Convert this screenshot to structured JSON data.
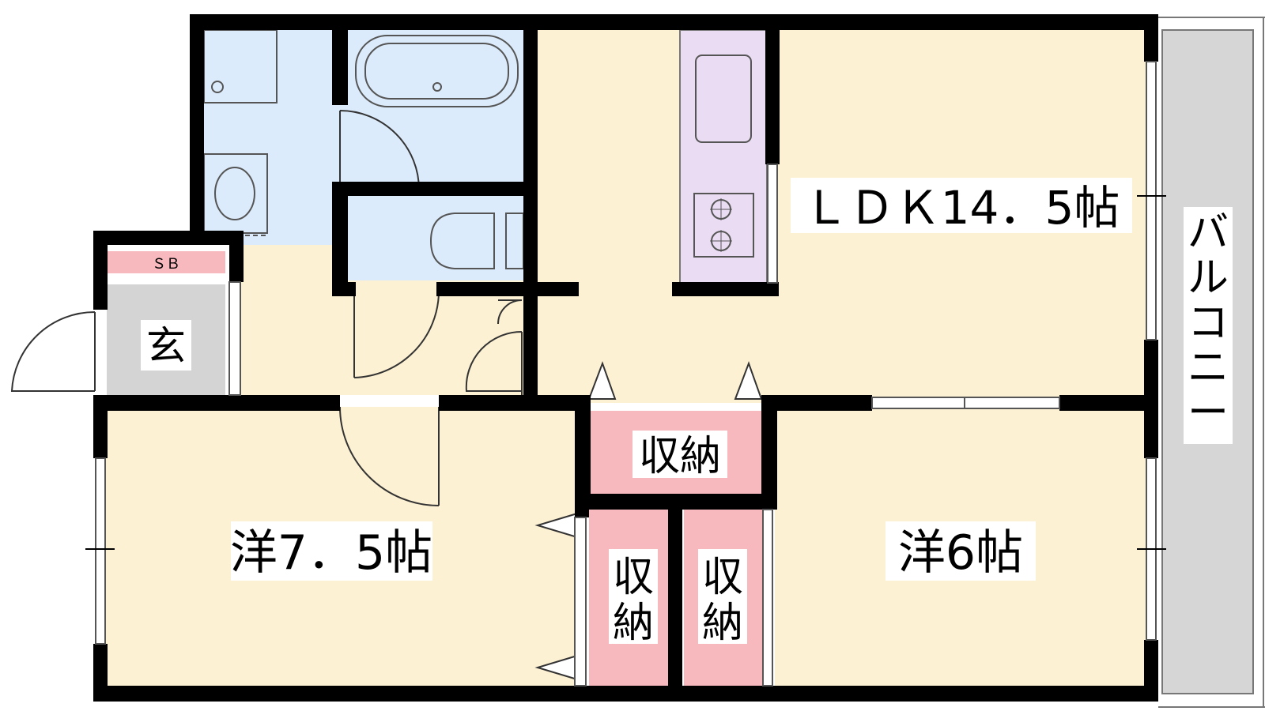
{
  "rooms": {
    "ldk": "ＬＤＫ14．5帖",
    "western_large": "洋7．5帖",
    "western_small": "洋6帖",
    "entrance": "玄",
    "shoe_box": "ＳＢ",
    "storage_top": "収納",
    "storage_left": "収\n納",
    "storage_right": "収\n納",
    "balcony": "バ\nル\nコ\nニ\nー"
  },
  "colors": {
    "wall": "#000000",
    "wet_area": "#dcebfb",
    "living": "#fdf1d3",
    "storage": "#f7b9bd",
    "kitchen": "#eadcf2",
    "entrance": "#d4d4d4",
    "balcony": "#d6d6d6",
    "label_bg": "#ffffff"
  }
}
